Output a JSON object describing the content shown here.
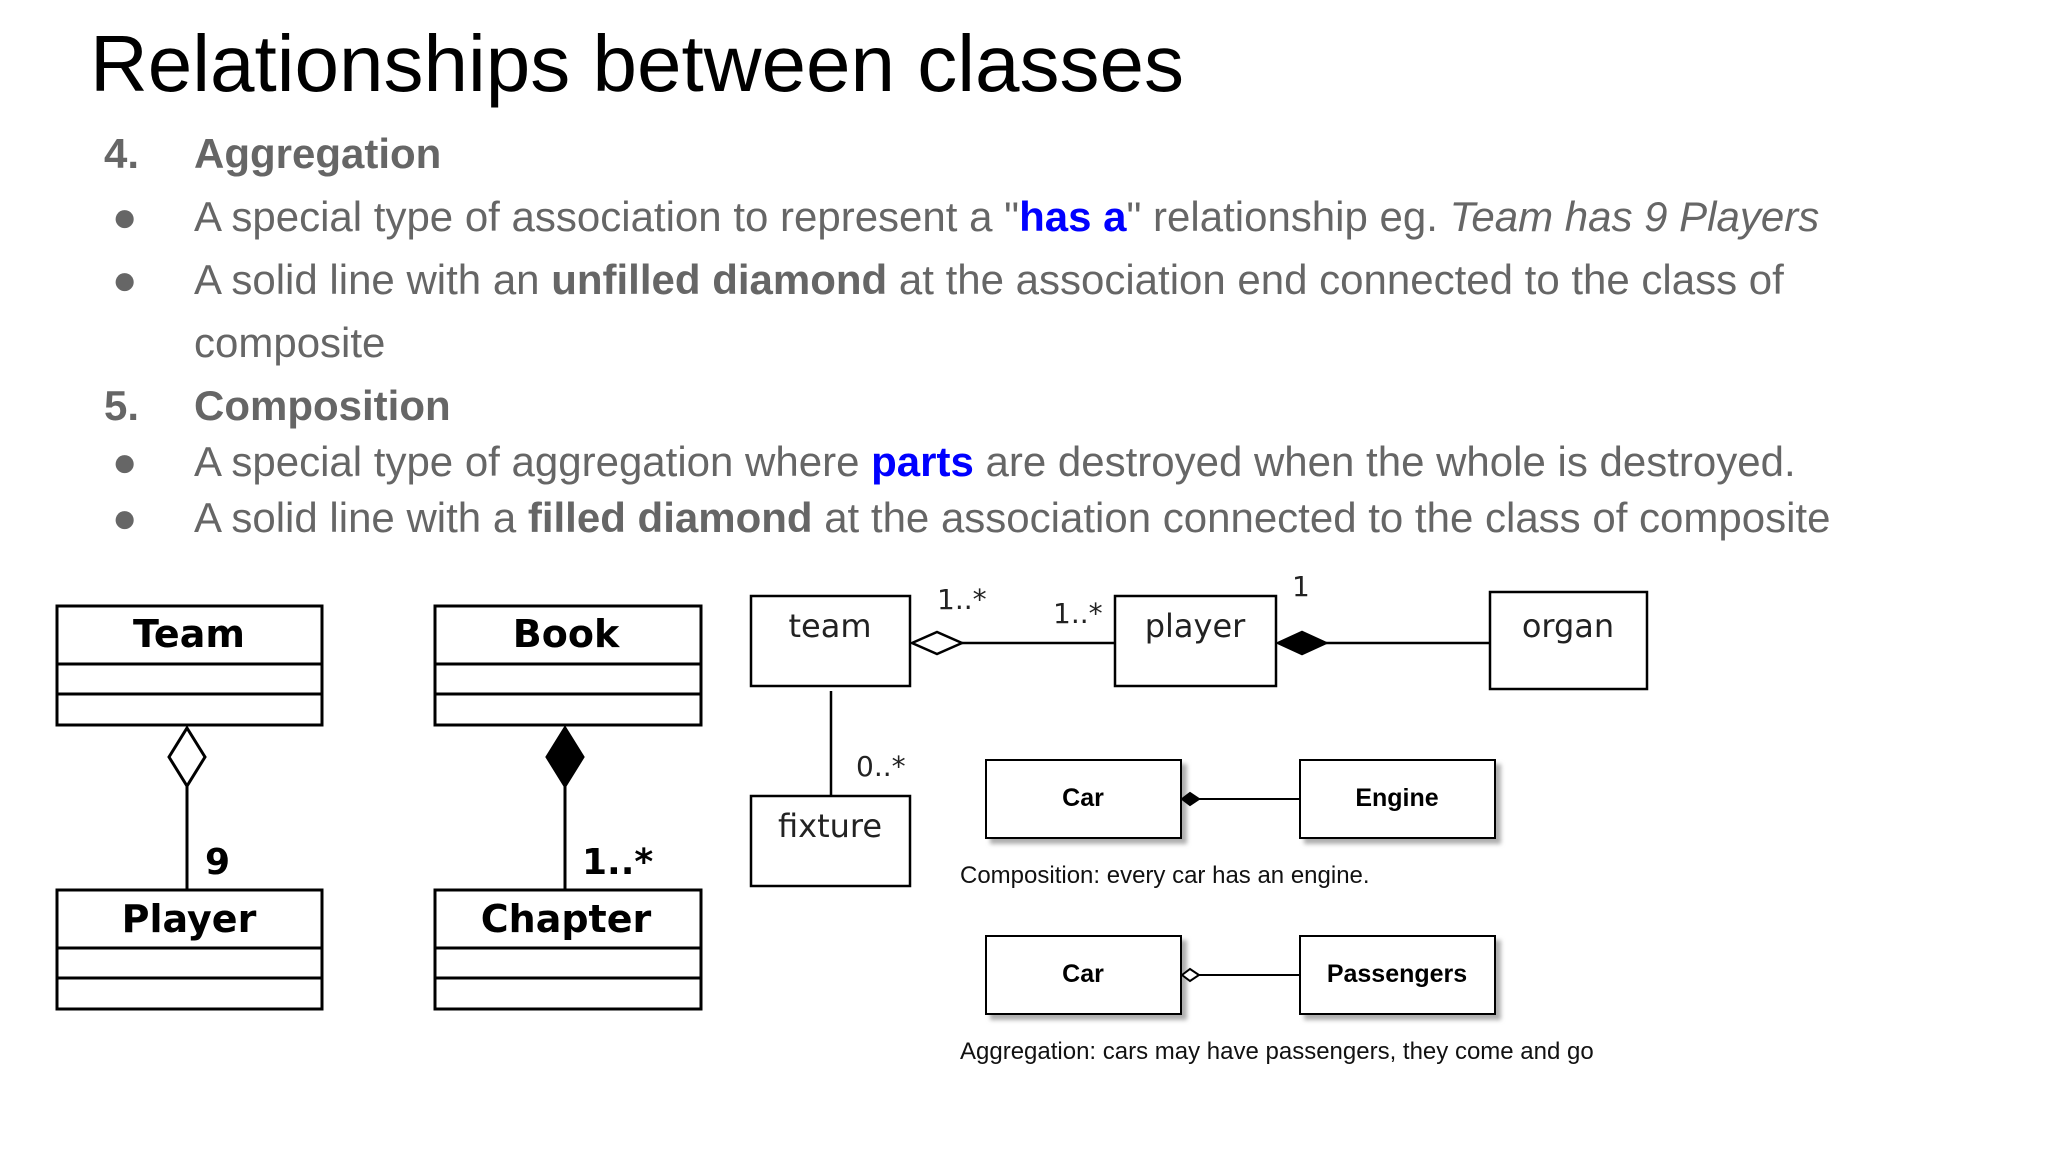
{
  "title": "Relationships between classes",
  "items": [
    {
      "number": "4.",
      "heading": "Aggregation"
    },
    {
      "number": "5.",
      "heading": "Composition"
    }
  ],
  "bullets": {
    "aggregation_1": {
      "a": "A special type of association to represent a \"",
      "b": "has a",
      "c": "\" relationship eg. ",
      "d": "Team has 9 Players"
    },
    "aggregation_2": {
      "a": "A solid line with an ",
      "b": "unfilled diamond",
      "c": " at the association end connected to the class of",
      "d": "composite"
    },
    "composition_1": {
      "a": "A special type of aggregation where ",
      "b": "parts",
      "c": " are destroyed when the whole is destroyed."
    },
    "composition_2": {
      "a": "A solid line with a ",
      "b": "filled diamond",
      "c": " at the association connected to the class of composite"
    }
  },
  "bullet_symbol": "●",
  "diagram1": {
    "whole": "Team",
    "part": "Player",
    "multiplicity": "9"
  },
  "diagram2": {
    "whole": "Book",
    "part": "Chapter",
    "multiplicity": "1..*"
  },
  "diagram3": {
    "team": "team",
    "player": "player",
    "organ": "organ",
    "fixture": "fixture",
    "mult_team_side": "1..*",
    "mult_player_side": "1..*",
    "mult_organ": "1",
    "mult_fixture": "0..*"
  },
  "diagram4": {
    "car": "Car",
    "engine": "Engine",
    "caption": "Composition: every car has an engine."
  },
  "diagram5": {
    "car": "Car",
    "passengers": "Passengers",
    "caption": "Aggregation: cars may have passengers, they come and go"
  },
  "colors": {
    "body_text": "#666666",
    "highlight": "#0000ff",
    "title": "#000000"
  }
}
